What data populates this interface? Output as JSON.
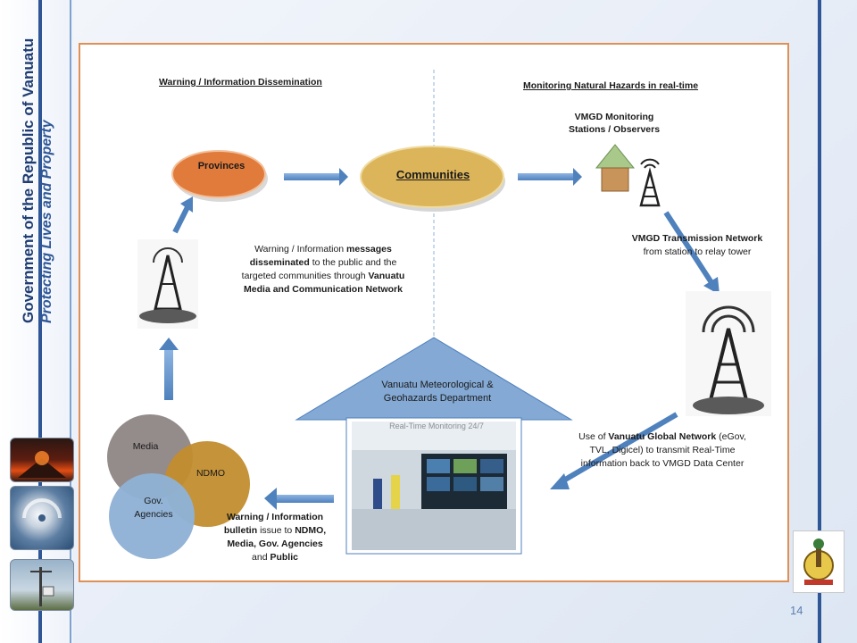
{
  "sidebar": {
    "title_line1": "Government of the Republic of Vanuatu",
    "title_line2": "Protecting Lives and Property"
  },
  "slide": {
    "page_number": "14",
    "left_header": "Warning / Information Dissemination",
    "right_header": "Monitoring Natural Hazards in real-time",
    "provinces": "Provinces",
    "communities": "Communities",
    "monitoring_stations_l1": "VMGD Monitoring",
    "monitoring_stations_l2": "Stations / Observers",
    "transmission_bold": "VMGD Transmission  Network",
    "transmission_rest": "from station to relay tower",
    "dissemination_msg": {
      "p1": "Warning / Information ",
      "b1": "messages",
      "b2": "disseminated",
      "p2": " to the public and the",
      "p3": "targeted communities through ",
      "b3": "Vanuatu",
      "b4": "Media and Communication Network"
    },
    "vmgd_house_l1": "Vanuatu Meteorological &",
    "vmgd_house_l2": "Geohazards Department",
    "photo_caption": "Real-Time Monitoring 24/7",
    "global_network": {
      "p1": "Use of ",
      "b1": "Vanuatu Global Network",
      "p2": " (eGov,",
      "p3": "TVL, Digicel) to transmit Real-Time",
      "p4": "information back to VMGD Data Center"
    },
    "bulletin": {
      "b1": "Warning / Information",
      "b2": "bulletin",
      "p1": " issue to ",
      "b3": "NDMO,",
      "b4": "Media, Gov. Agencies",
      "p2": "and ",
      "b5": "Public"
    },
    "circle_media": "Media",
    "circle_ndmo": "NDMO",
    "circle_gov_l1": "Gov.",
    "circle_gov_l2": "Agencies"
  },
  "colors": {
    "accent_blue": "#2f5797",
    "provinces_orange": "#e07b3c",
    "communities_gold": "#dcb55a",
    "arrow_blue": "#5b8fd0",
    "house_blue": "#84a9d4",
    "media_gray": "#8e8585",
    "ndmo_gold": "#c28d2e",
    "gov_blue": "#8fb2d5"
  },
  "icons": [
    "radio-tower-icon",
    "hut-icon",
    "volcano-thumbnail",
    "cyclone-thumbnail",
    "weather-station-thumbnail",
    "coat-of-arms-icon"
  ]
}
